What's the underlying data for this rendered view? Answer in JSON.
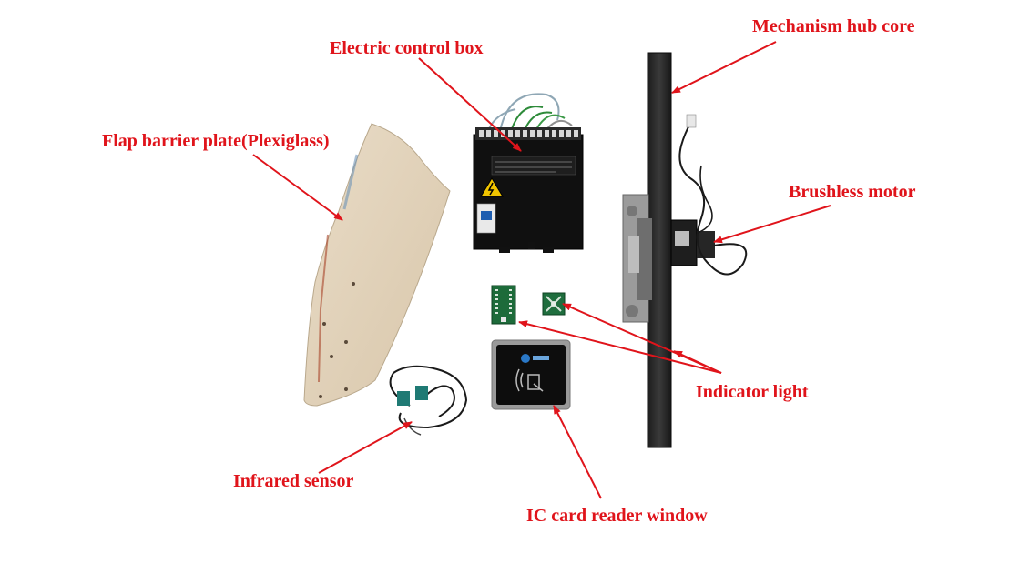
{
  "theme": {
    "label_color": "#e0141b",
    "arrow_color": "#e0141b"
  },
  "labels": {
    "mechanism_hub_core": "Mechanism hub core",
    "electric_control_box": "Electric control box",
    "flap_barrier_plate": "Flap barrier plate(Plexiglass)",
    "brushless_motor": "Brushless motor",
    "indicator_light": "Indicator light",
    "infrared_sensor": "Infrared sensor",
    "ic_card_reader_window": "IC card reader window"
  },
  "icons": {
    "control_box_warning": "warning-triangle-icon",
    "card_reader_rfid": "rfid-wave-icon"
  }
}
